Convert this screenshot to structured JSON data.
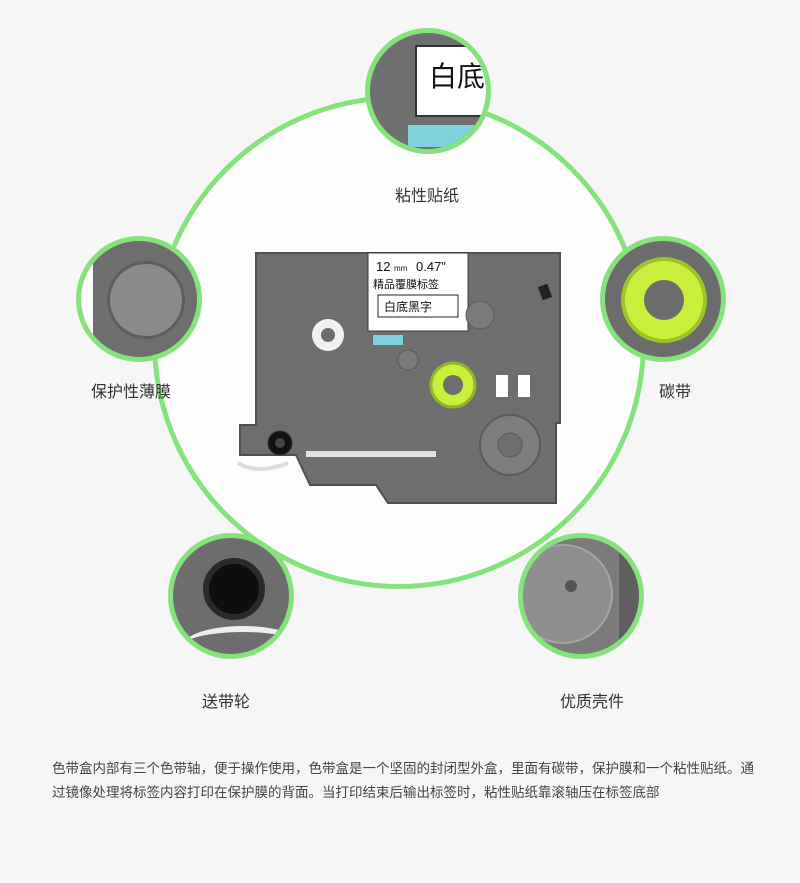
{
  "cartridge": {
    "size_mm": "12",
    "size_unit": "mm",
    "size_inch": "0.47\"",
    "product_line": "精品覆膜标签",
    "tape_type": "白底黑字"
  },
  "callouts": {
    "adhesive_paper": "粘性贴纸",
    "adhesive_zoom_text": "白底",
    "protective_film": "保护性薄膜",
    "ink_ribbon": "碳带",
    "feed_wheel": "送带轮",
    "quality_shell": "优质壳件"
  },
  "description": "色带盒内部有三个色带轴，便于操作使用，色带盒是一个坚固的封闭型外盒，里面有碳带，保护膜和一个粘性贴纸。通过镜像处理将标签内容打印在保护膜的背面。当打印结束后输出标签时，粘性贴纸靠滚轴压在标签底部",
  "colors": {
    "accent_green": "#86e27d",
    "spool_yellow": "#c9ef3a",
    "cartridge_gray": "#6e6e6e",
    "tape_blue": "#7fd3dc"
  }
}
